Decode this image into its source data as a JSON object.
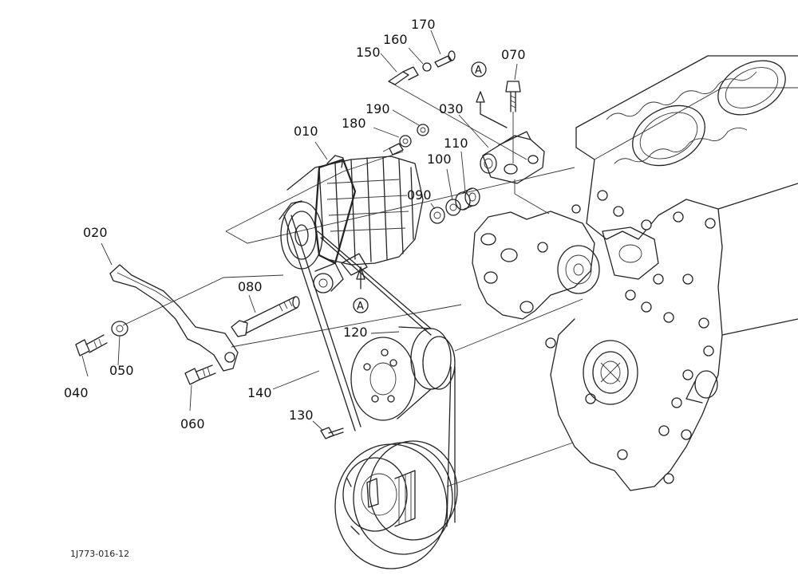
{
  "parts": [
    {
      "number": "010"
    },
    {
      "number": "020"
    },
    {
      "number": "030"
    },
    {
      "number": "040"
    },
    {
      "number": "050"
    },
    {
      "number": "060"
    },
    {
      "number": "070"
    },
    {
      "number": "080"
    },
    {
      "number": "090"
    },
    {
      "number": "100"
    },
    {
      "number": "110"
    },
    {
      "number": "120"
    },
    {
      "number": "130"
    },
    {
      "number": "140"
    },
    {
      "number": "150"
    },
    {
      "number": "160"
    },
    {
      "number": "170"
    },
    {
      "number": "180"
    },
    {
      "number": "190"
    }
  ],
  "reference_markers": [
    "A",
    "A"
  ],
  "drawing_code": "1J773-016-12"
}
